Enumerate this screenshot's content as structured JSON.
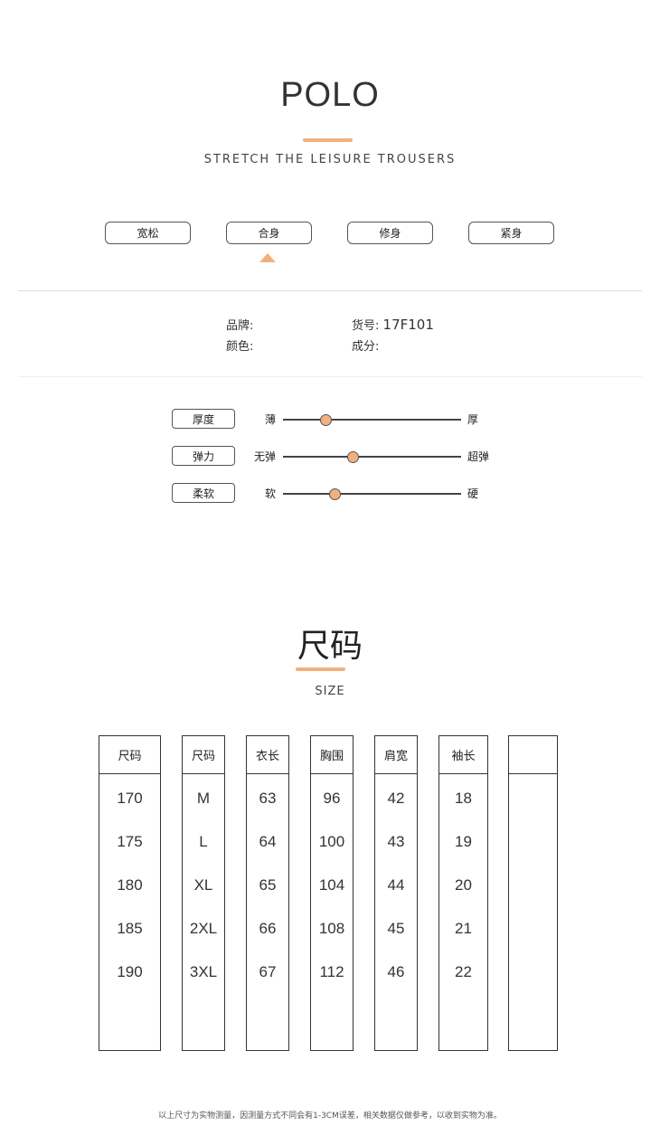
{
  "header": {
    "title": "POLO",
    "subtitle": "STRETCH THE LEISURE TROUSERS"
  },
  "fit": {
    "options": [
      "宽松",
      "合身",
      "修身",
      "紧身"
    ],
    "selected": 1
  },
  "info": {
    "brand_label": "品牌:",
    "item_no_label": "货号:",
    "item_no": "17F101",
    "color_label": "颜色:",
    "composition_label": "成分:"
  },
  "attributes": [
    {
      "label": "厚度",
      "min": "薄",
      "max": "厚",
      "value": 0.24
    },
    {
      "label": "弹力",
      "min": "无弹",
      "max": "超弹",
      "value": 0.39
    },
    {
      "label": "柔软",
      "min": "软",
      "max": "硬",
      "value": 0.29
    }
  ],
  "size_section": {
    "title": "尺码",
    "subtitle": "SIZE"
  },
  "size_table": {
    "columns": [
      {
        "header": "尺码",
        "values": [
          "170",
          "175",
          "180",
          "185",
          "190"
        ]
      },
      {
        "header": "尺码",
        "values": [
          "M",
          "L",
          "XL",
          "2XL",
          "3XL"
        ]
      },
      {
        "header": "衣长",
        "values": [
          "63",
          "64",
          "65",
          "66",
          "67"
        ]
      },
      {
        "header": "胸围",
        "values": [
          "96",
          "100",
          "104",
          "108",
          "112"
        ]
      },
      {
        "header": "肩宽",
        "values": [
          "42",
          "43",
          "44",
          "45",
          "46"
        ]
      },
      {
        "header": "袖长",
        "values": [
          "18",
          "19",
          "20",
          "21",
          "22"
        ]
      },
      {
        "header": "",
        "values": []
      }
    ]
  },
  "note": "以上尺寸为实物测量，因测量方式不同会有1-3CM误差，相关数据仅做参考，以收到实物为准。"
}
